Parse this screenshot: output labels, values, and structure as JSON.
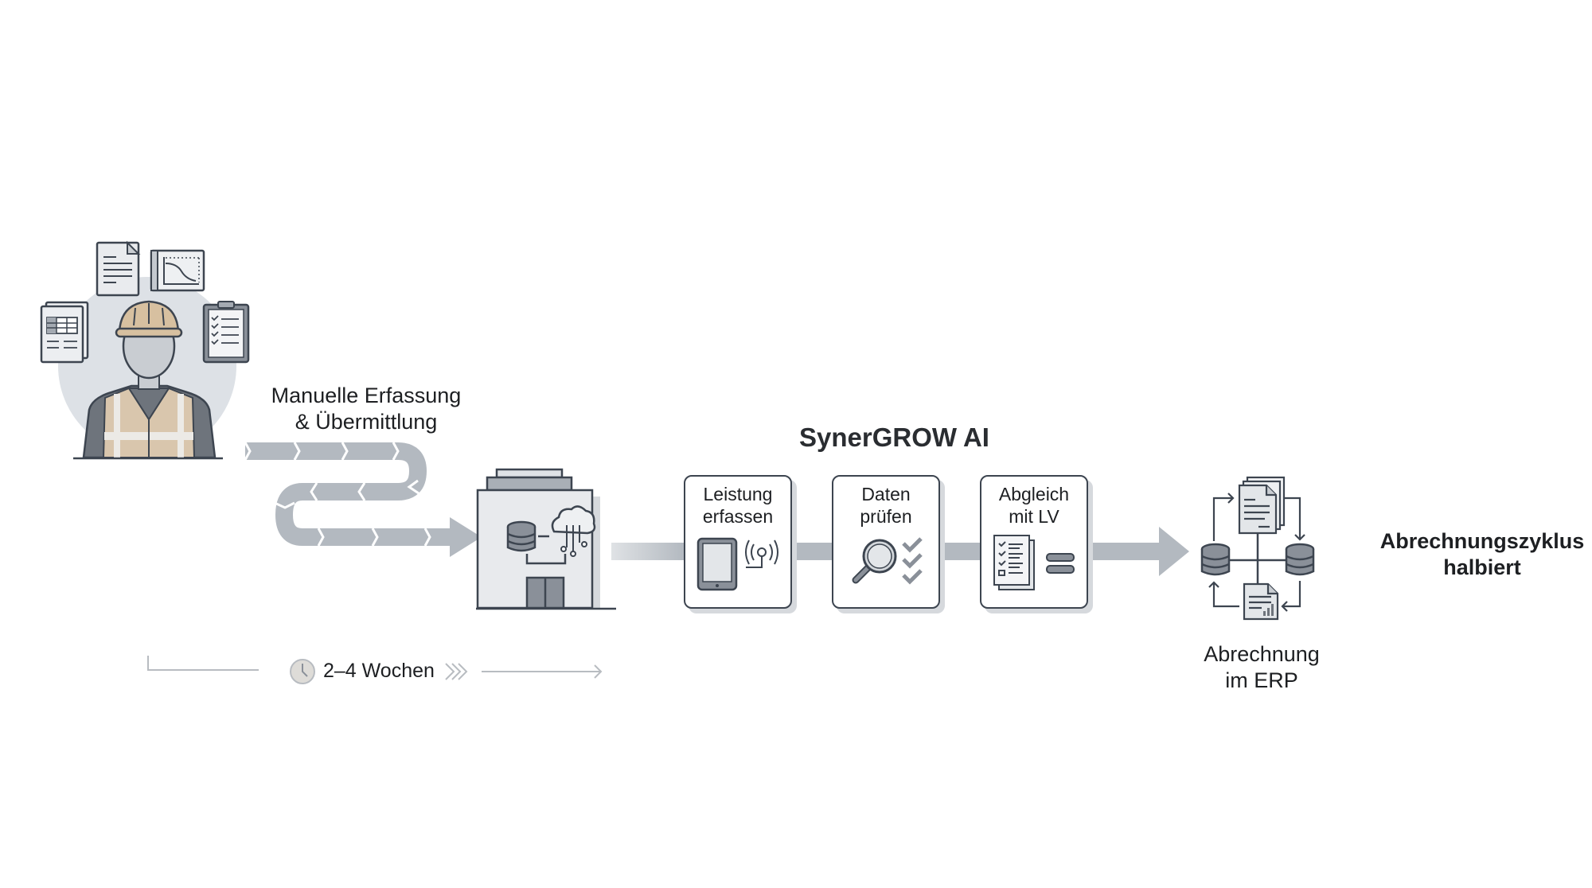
{
  "diagram": {
    "title": "SynerGROW AI",
    "colors": {
      "stroke": "#3d4550",
      "arrow_fill": "#b3b9c0",
      "icon_fill": "#8a9099",
      "light_fill": "#e8eaed",
      "helmet": "#d7c0a0",
      "vest_stripe": "#d9c6ad",
      "circle_bg": "#dde1e6"
    },
    "worker": {
      "icons": [
        "document-icon",
        "blueprint-chart-icon",
        "spreadsheet-icon",
        "checklist-clipboard-icon",
        "construction-worker-icon"
      ]
    },
    "manual_label": {
      "line1": "Manuelle Erfassung",
      "line2": "& Übermittlung"
    },
    "duration": {
      "label": "2–4 Wochen",
      "icon": "clock-icon"
    },
    "building": {
      "icon": "office-building-database-cloud-icon"
    },
    "steps": [
      {
        "line1": "Leistung",
        "line2": "erfassen",
        "icon": "tablet-signal-icon"
      },
      {
        "line1": "Daten",
        "line2": "prüfen",
        "icon": "magnifier-checks-icon"
      },
      {
        "line1": "Abgleich",
        "line2": "mit LV",
        "icon": "checklist-equals-icon"
      }
    ],
    "erp": {
      "line1": "Abrechnung",
      "line2": "im ERP",
      "icon": "erp-cycle-icon"
    },
    "result": {
      "line1": "Abrechnungszyklus",
      "line2": "halbiert"
    }
  }
}
